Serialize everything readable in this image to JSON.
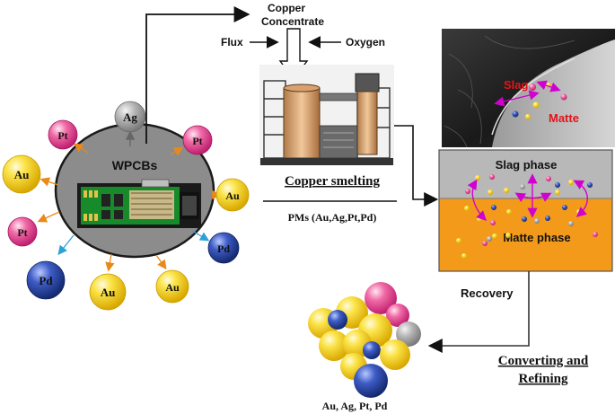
{
  "source": {
    "title": "WPCBs",
    "satellites": [
      {
        "label": "Ag"
      },
      {
        "label": "Pt"
      },
      {
        "label": "Pt"
      },
      {
        "label": "Au"
      },
      {
        "label": "Au"
      },
      {
        "label": "Pt"
      },
      {
        "label": "Pd"
      },
      {
        "label": "Pd"
      },
      {
        "label": "Au"
      },
      {
        "label": "Au"
      }
    ]
  },
  "inputs": {
    "copper_concentrate_line1": "Copper",
    "copper_concentrate_line2": "Concentrate",
    "flux": "Flux",
    "oxygen": "Oxygen"
  },
  "smelting": {
    "title": "Copper smelting",
    "pms": "PMs (Au,Ag,Pt,Pd)"
  },
  "micrograph": {
    "slag_label": "Slag",
    "matte_label": "Matte"
  },
  "phases": {
    "slag_phase": "Slag phase",
    "matte_phase": "Matte phase"
  },
  "recovery": "Recovery",
  "refining": {
    "line1": "Converting and",
    "line2": "Refining"
  },
  "product": "Au, Ag, Pt, Pd",
  "colors": {
    "gold": "#f5d000",
    "platinum": "#e8458e",
    "palladium": "#2b4aa8",
    "silver": "#9e9e9e",
    "matte": "#f39a1a",
    "slag": "#b8b8b8",
    "arrow_magenta": "#c000c0"
  }
}
